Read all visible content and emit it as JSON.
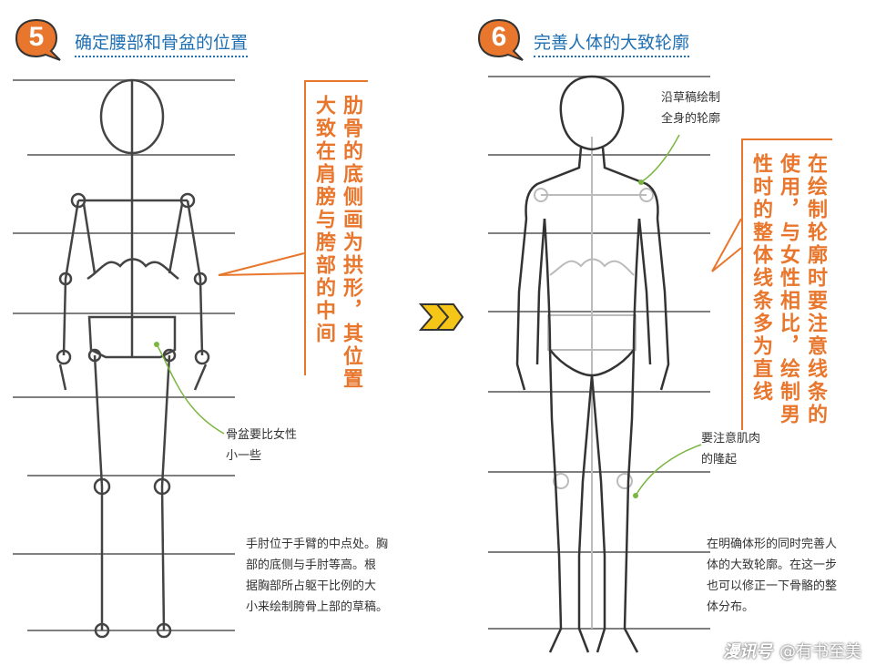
{
  "step5": {
    "number": "5",
    "title": "确定腰部和骨盆的位置",
    "callout": "肋骨的底侧画为拱形，其位置\n大致在肩膀与胯部的中间",
    "pelvis_note": "骨盆要比女性\n小一些",
    "description": "手肘位于手臂的中点处。胸\n部的底侧与手肘等高。根\n据胸部所占躯干比例的大\n小来绘制胯骨上部的草稿。"
  },
  "step6": {
    "number": "6",
    "title": "完善人体的大致轮廓",
    "outline_note": "沿草稿绘制\n全身的轮廓",
    "callout": "在绘制轮廓时要注意线条的\n使用，与女性相比，绘制男\n性时的整体线条多为直线",
    "muscle_note": "要注意肌肉\n的隆起",
    "description": "在明确体形的同时完善人\n体的大致轮廓。在这一步\n也可以修正一下骨骼的整\n体分布。"
  },
  "watermark": {
    "logo": "漫讯号",
    "handle": "@有书至美"
  },
  "colors": {
    "accent_orange": "#e8762c",
    "title_blue": "#1f6fb3",
    "leader_green": "#7ab640",
    "arrow_yellow": "#f5c518"
  }
}
